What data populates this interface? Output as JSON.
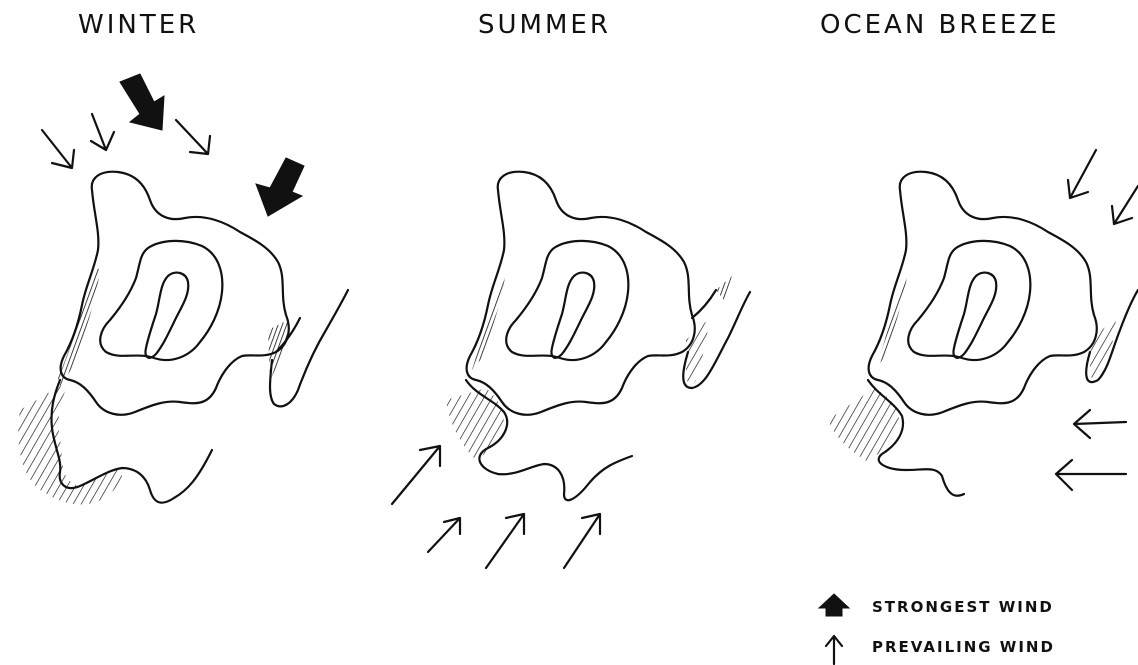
{
  "titles": {
    "winter": "WINTER",
    "summer": "SUMMER",
    "ocean_breeze": "OCEAN BREEZE"
  },
  "legend": {
    "strongest": {
      "label": "STRONGEST WIND",
      "icon": "filled-arrow-icon"
    },
    "prevailing": {
      "label": "PREVAILING WIND",
      "icon": "thin-arrow-icon"
    }
  },
  "colors": {
    "ink": "#111111",
    "paper": "#ffffff"
  }
}
